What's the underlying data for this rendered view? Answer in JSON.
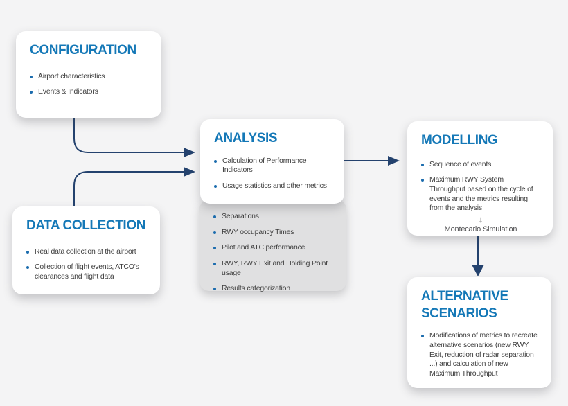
{
  "page": {
    "background_color": "#f4f4f5",
    "title_color": "#1478b7",
    "body_text_color": "#3e3e3e",
    "bullet_dot_color": "#1b6cae",
    "arrow_color": "#24426e",
    "gray_panel_color": "#e0e0e1"
  },
  "boxes": {
    "configuration": {
      "title": "CONFIGURATION",
      "items": [
        "Airport characteristics",
        "Events & Indicators"
      ]
    },
    "data_collection": {
      "title": "DATA COLLECTION",
      "items": [
        "Real data collection at the airport",
        "Collection of flight events, ATCO's clearances and flight data"
      ]
    },
    "analysis": {
      "title": "ANALYSIS",
      "items": [
        "Calculation of Performance Indicators",
        "Usage statistics and other metrics"
      ]
    },
    "analysis_details": {
      "items": [
        "Separations",
        "RWY occupancy Times",
        "Pilot and ATC performance",
        "RWY, RWY Exit and Holding Point usage",
        "Results categorization"
      ]
    },
    "modelling": {
      "title": "MODELLING",
      "items": [
        "Sequence of events",
        "Maximum RWY System Throughput based on the cycle of events and the metrics resulting from the analysis"
      ],
      "inner_arrow": "↓",
      "sub_label": "Montecarlo Simulation"
    },
    "alternative_scenarios": {
      "title": "ALTERNATIVE SCENARIOS",
      "items": [
        "Modifications of metrics to recreate alternative scenarios (new RWY Exit, reduction of radar separation ...) and calculation of new Maximum Throughput"
      ]
    }
  }
}
